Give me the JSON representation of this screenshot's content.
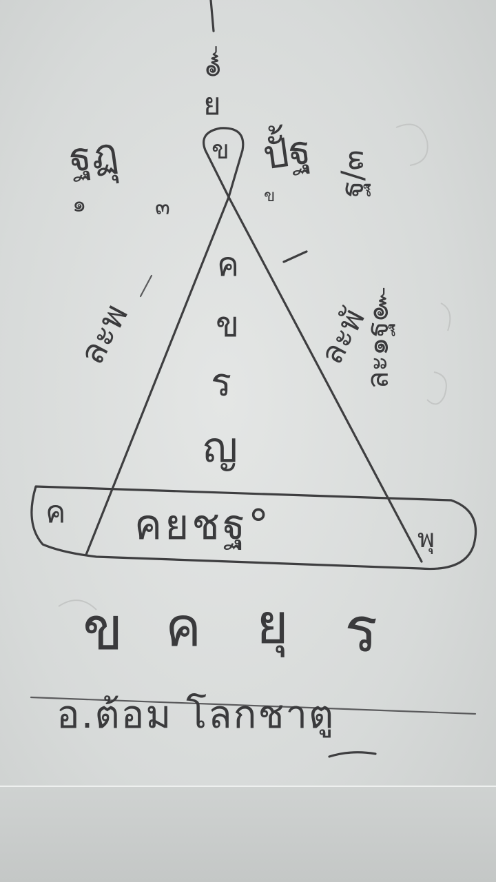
{
  "apex": {
    "top": "ย",
    "circle": "ข",
    "stroke_right": "๛"
  },
  "left_upper": {
    "glyph_main": "ฐฏุ",
    "num_left": "๑",
    "num_right": "๓"
  },
  "right_upper": {
    "glyph_main": "ปั้ฐ",
    "small": "ข",
    "fraction": "ฐ/๓"
  },
  "left_side": "ละพ",
  "right_side": "ละพั",
  "far_right": "ละ๑ฐ๛",
  "center_column": [
    "ค",
    "ข",
    "ร",
    "ญ"
  ],
  "base": {
    "left_corner": "ค",
    "middle": "คยชฐ°",
    "right_corner": "พุ"
  },
  "main_line": [
    "ข",
    "ค",
    "ยุ",
    "ร"
  ],
  "signature": "อ.ต้อม โลกชาตู"
}
